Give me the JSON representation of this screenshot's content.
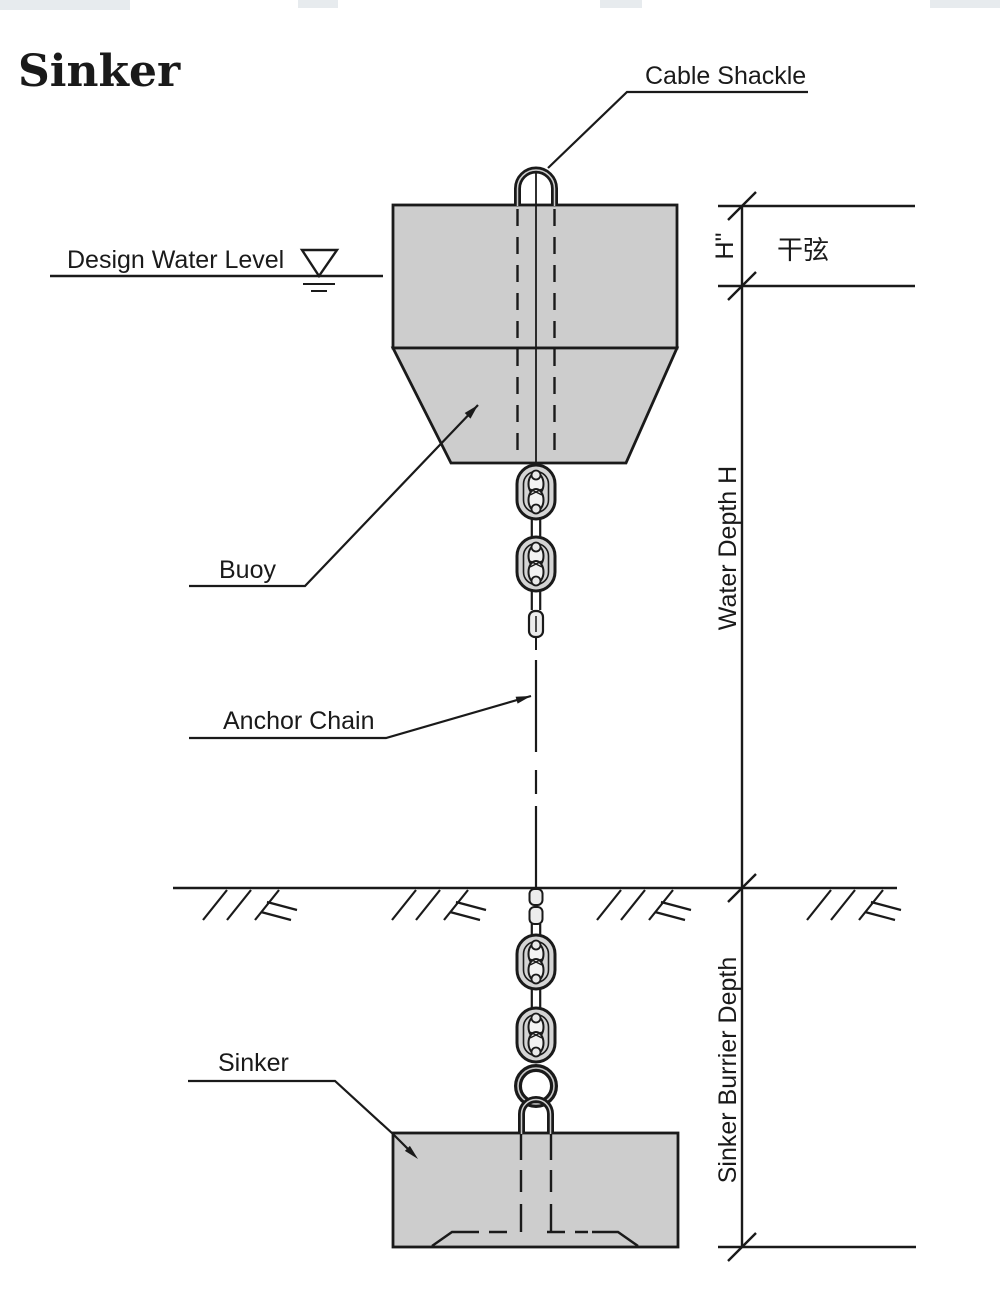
{
  "title": "Sinker",
  "labels": {
    "cable_shackle": "Cable Shackle",
    "design_water_level": "Design Water Level",
    "buoy": "Buoy",
    "anchor_chain": "Anchor Chain",
    "sinker": "Sinker"
  },
  "dimensions": {
    "freeboard_symbol": "H\"",
    "freeboard_cn": "干弦",
    "water_depth": "Water Depth H",
    "sinker_burial_depth": "Sinker Burrier Depth"
  },
  "colors": {
    "line": "#1a1a1a",
    "fill_gray": "#cdcdcd",
    "background": "#ffffff"
  }
}
